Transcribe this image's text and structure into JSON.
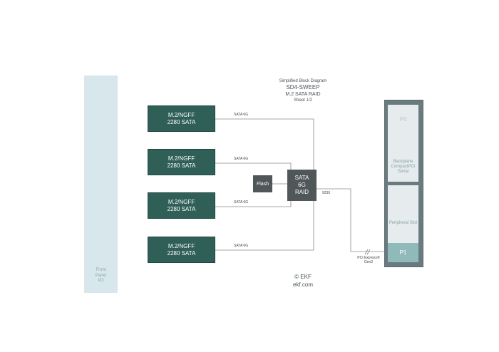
{
  "front_panel": {
    "label": "Front\nPanel\nI/O"
  },
  "title": {
    "line1": "Simplified Block Diagram",
    "line2": "SD4-SWEEP",
    "line3": "M.2 SATA RAID",
    "line4": "Sheet 1/2"
  },
  "modules": [
    {
      "line1": "M.2/NGFF",
      "line2": "2280 SATA",
      "link": "SATA 6G"
    },
    {
      "line1": "M.2/NGFF",
      "line2": "2280 SATA",
      "link": "SATA 6G"
    },
    {
      "line1": "M.2/NGFF",
      "line2": "2280 SATA",
      "link": "SATA 6G"
    },
    {
      "line1": "M.2/NGFF",
      "line2": "2280 SATA",
      "link": "SATA 6G"
    }
  ],
  "flash": {
    "label": "Flash"
  },
  "raid": {
    "line1": "SATA",
    "line2": "6G",
    "line3": "RAID"
  },
  "chip_label": "9230",
  "pcie_label": "PCI Express®\nGen2",
  "backplane": {
    "p6_label": "P6",
    "p6_desc": "Backplane CompactPCI Serial",
    "peripheral_desc": "Peripheral Slot",
    "p1_label": "P1"
  },
  "copyright": {
    "line1": "© EKF",
    "line2": "ekf.com"
  },
  "colors": {
    "module": "#2f5f57",
    "chip": "#4f5759",
    "front_panel": "#d7e7ec",
    "backplane": "#6a7b80",
    "p1": "#8fbab9"
  }
}
